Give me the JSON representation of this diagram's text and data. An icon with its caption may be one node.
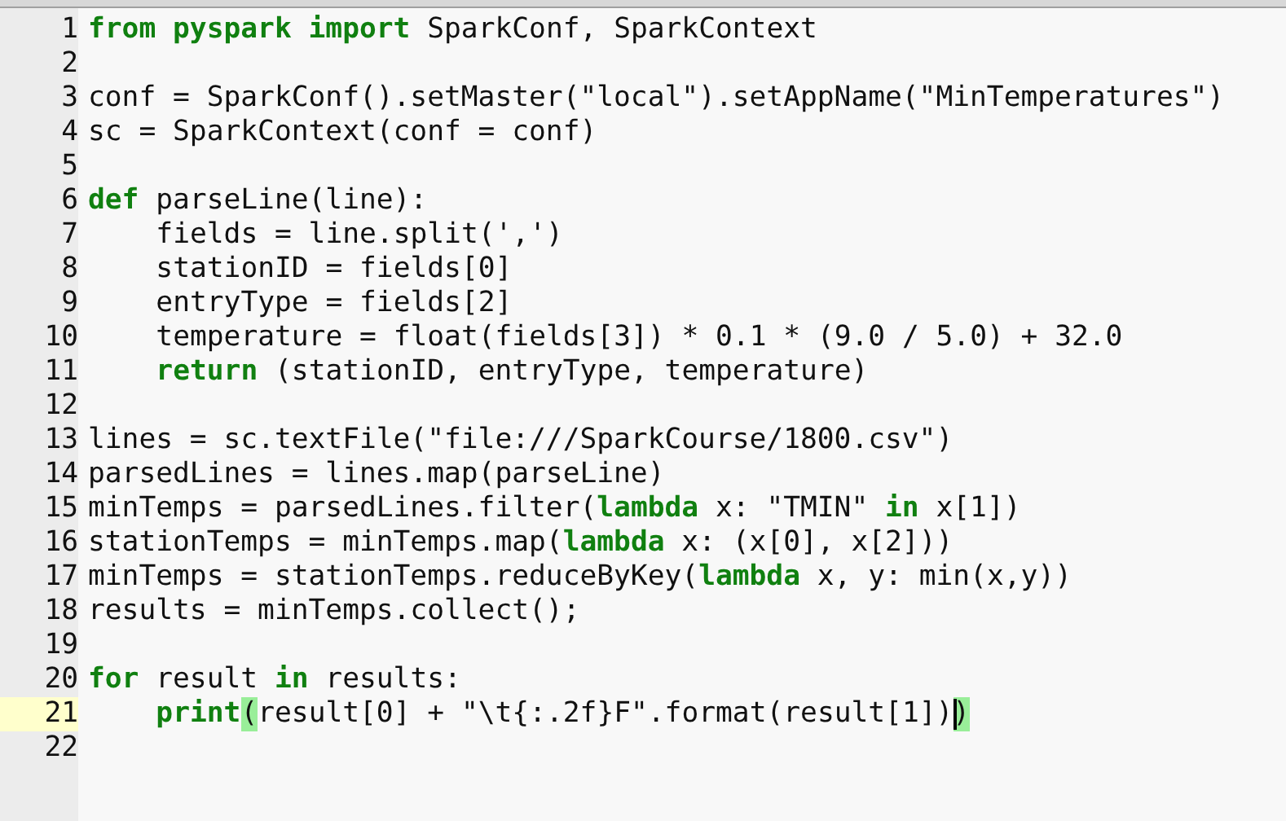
{
  "diagram": {
    "labels": [
      "1",
      "**from** **pyspark** **import** SparkConf, SparkContext",
      "2",
      "3",
      "conf = SparkConf().setMaster(\"local\").setAppName(\"MinTemperatures\")",
      "4",
      "sc = SparkContext(conf = conf)",
      "5",
      "6",
      "**def** parseLine(line):",
      "7",
      "fields = line.split(',')",
      "8",
      "stationID = fields[0]",
      "9",
      "entryType = fields[2]",
      "10",
      "temperature = float(fields[3]) * 0.1 * (9.0 / 5.0) + 32.0",
      "11",
      "**return** (stationID, entryType, temperature)",
      "12",
      "13",
      "lines = sc.textFile(\"file:///SparkCourse/1800.csv\")",
      "14",
      "parsedLines = lines.map(parseLine)",
      "15",
      "minTemps = parsedLines.filter(**lambda** x: \"TMIN\" **in** x[1])",
      "16",
      "stationTemps = minTemps.map(**lambda** x: (x[0], x[2]))",
      "17",
      "minTemps = stationTemps.reduceByKey(**lambda** x, y: min(x,y))",
      "18",
      "results = minTemps.collect();",
      "19",
      "20",
      "**for** result **in** results:",
      "21",
      "**print**(result[0] + \"\\t{:.2f}F\".format(result[1]))",
      "22"
    ]
  }
}
